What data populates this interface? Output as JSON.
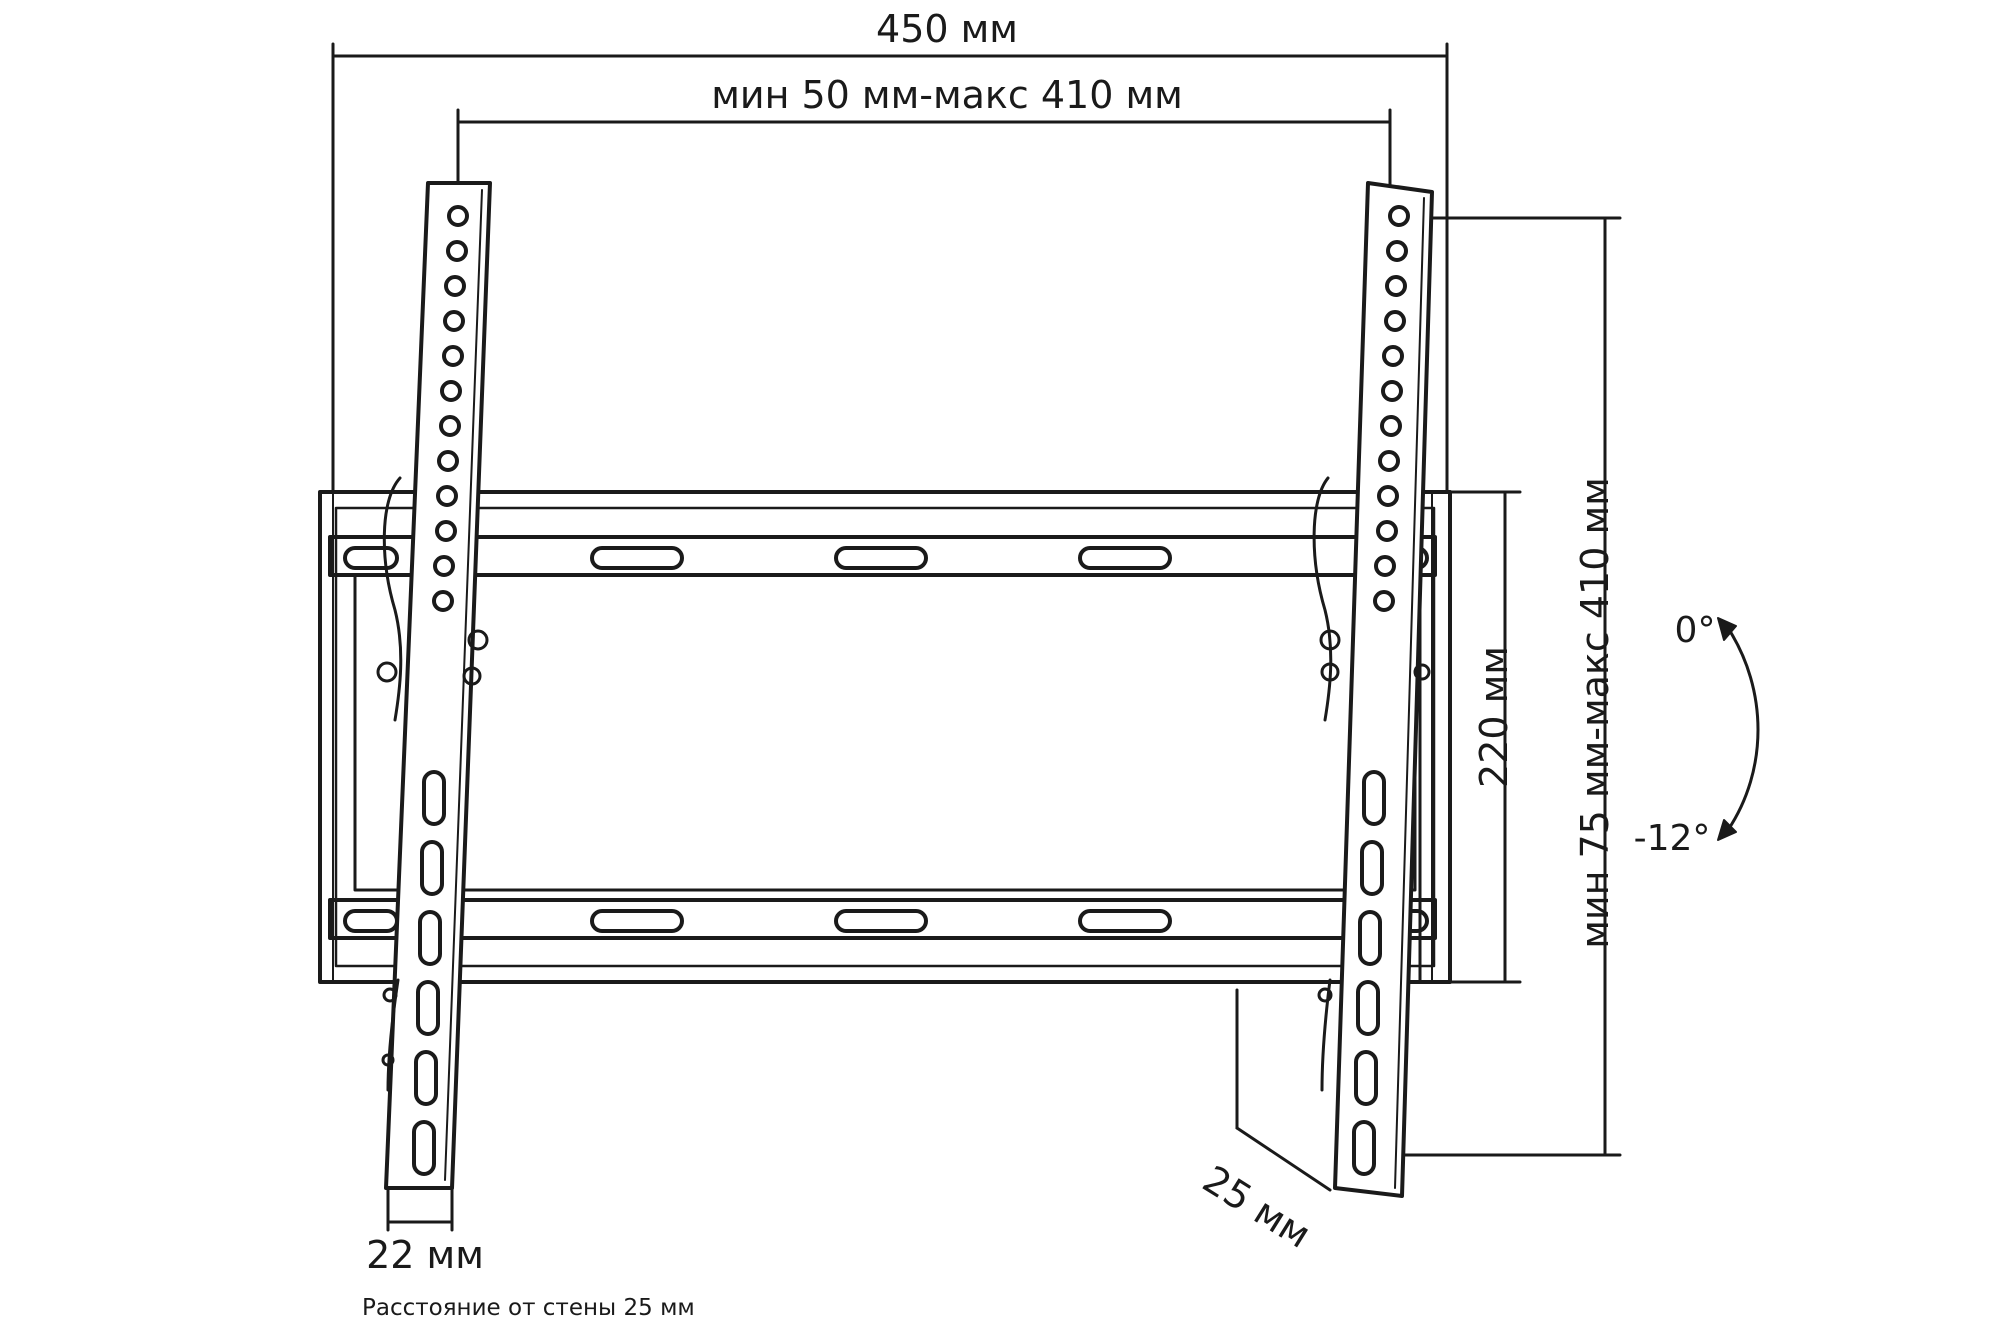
{
  "labels": {
    "width_overall": "450 мм",
    "vesa_horizontal": "мин 50 мм-макс 410 мм",
    "vesa_vertical": "мин 75 мм-макс 410 мм",
    "wall_plate_height": "220 мм",
    "arm_width": "22 мм",
    "depth": "25 мм",
    "tilt_top": "0°",
    "tilt_bottom": "-12°",
    "note": "Расстояние от стены 25 мм"
  },
  "colors": {
    "line": "#1a1a1a",
    "background": "#ffffff"
  }
}
